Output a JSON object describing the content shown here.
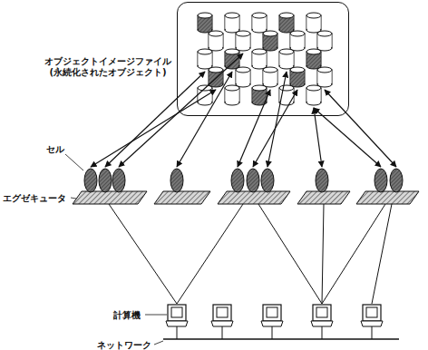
{
  "diagram": {
    "nodes": [
      {
        "text": [
          "オブジェクトイメージファイル (永続化されたオブジェクト)"
        ]
      }
    ],
    "labels": [
      "セル",
      "エグゼキュータ",
      "計算機",
      "ネットワーク"
    ]
  }
}
